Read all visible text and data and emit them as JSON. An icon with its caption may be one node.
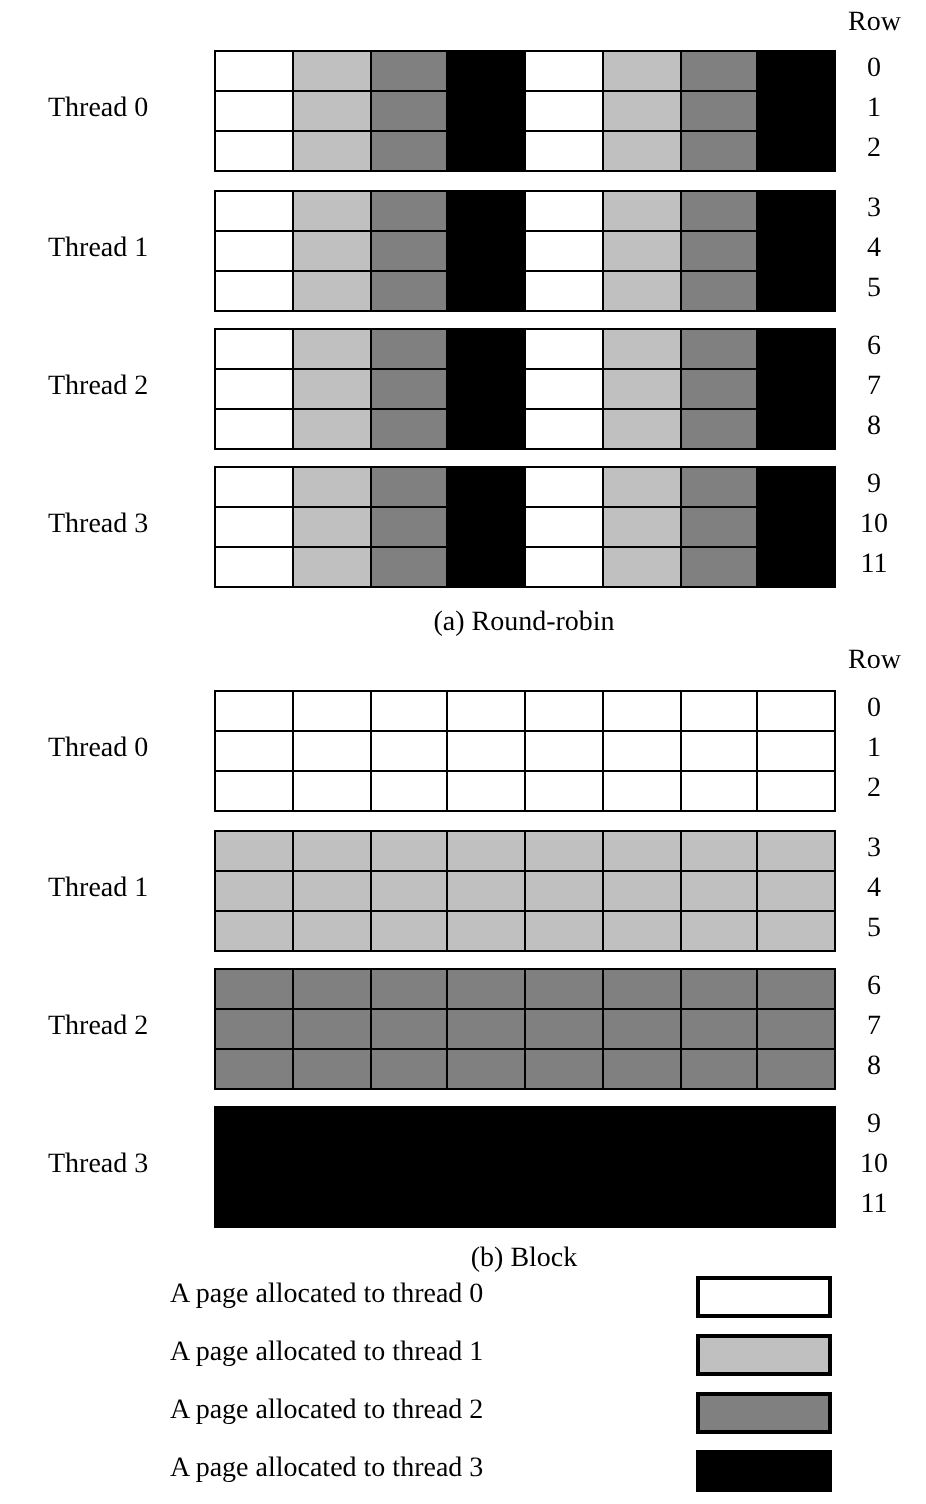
{
  "diagram": {
    "labels": [
      "Row",
      "0",
      "Thread 0",
      "1",
      "2",
      "3",
      "Thread 1",
      "4",
      "5",
      "6",
      "Thread 2",
      "7",
      "8",
      "9",
      "Thread 3",
      "10",
      "11",
      "(a) Round-robin",
      "Row",
      "0",
      "Thread 0",
      "1",
      "2",
      "3",
      "Thread 1",
      "4",
      "5",
      "6",
      "Thread 2",
      "7",
      "8",
      "9",
      "Thread 3",
      "10",
      "11",
      "(b) Block"
    ],
    "legend": [
      {
        "text": "A page allocated to thread 0",
        "color": "#ffffff"
      },
      {
        "text": "A page allocated to thread 1",
        "color": "#c0c0c0"
      },
      {
        "text": "A page allocated to thread 2",
        "color": "#808080"
      },
      {
        "text": "A page allocated to thread 3",
        "color": "#000000"
      }
    ]
  }
}
